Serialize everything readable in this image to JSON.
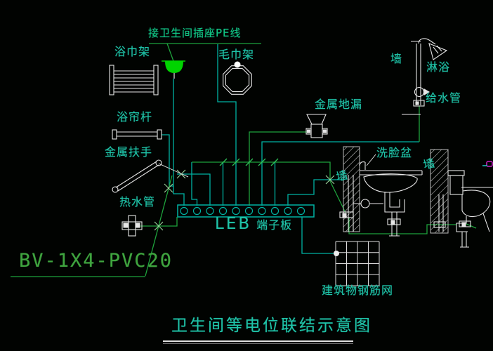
{
  "title": "卫生间等电位联结示意图",
  "labels": {
    "pe_socket": "接卫生间插座PE线",
    "bath_towel_rack": "浴巾架",
    "towel_ring": "毛巾架",
    "wall_shower": "墙",
    "shower": "淋浴",
    "water_supply_pipe": "给水管",
    "metal_floor_drain": "金属地漏",
    "shower_curtain_rod": "浴帘杆",
    "wash_basin": "洗脸盆",
    "wall_basin": "墙",
    "wall_toilet": "墙",
    "metal_handrail": "金属扶手",
    "hot_water_pipe": "热水管",
    "leb_latin": "LEB",
    "leb_board": "端子板",
    "wire_spec": "BV-1X4-PVC20",
    "rebar_mesh": "建筑物钢筋网"
  },
  "colors": {
    "background": "#010301",
    "label_teal": "#1fc3a8",
    "wire_teal": "#00b2a2",
    "wire_green": "#1ea23c",
    "socket_green": "#00d400",
    "spec_green": "#3fa43f",
    "drawing_white": "#e6e6e6"
  }
}
